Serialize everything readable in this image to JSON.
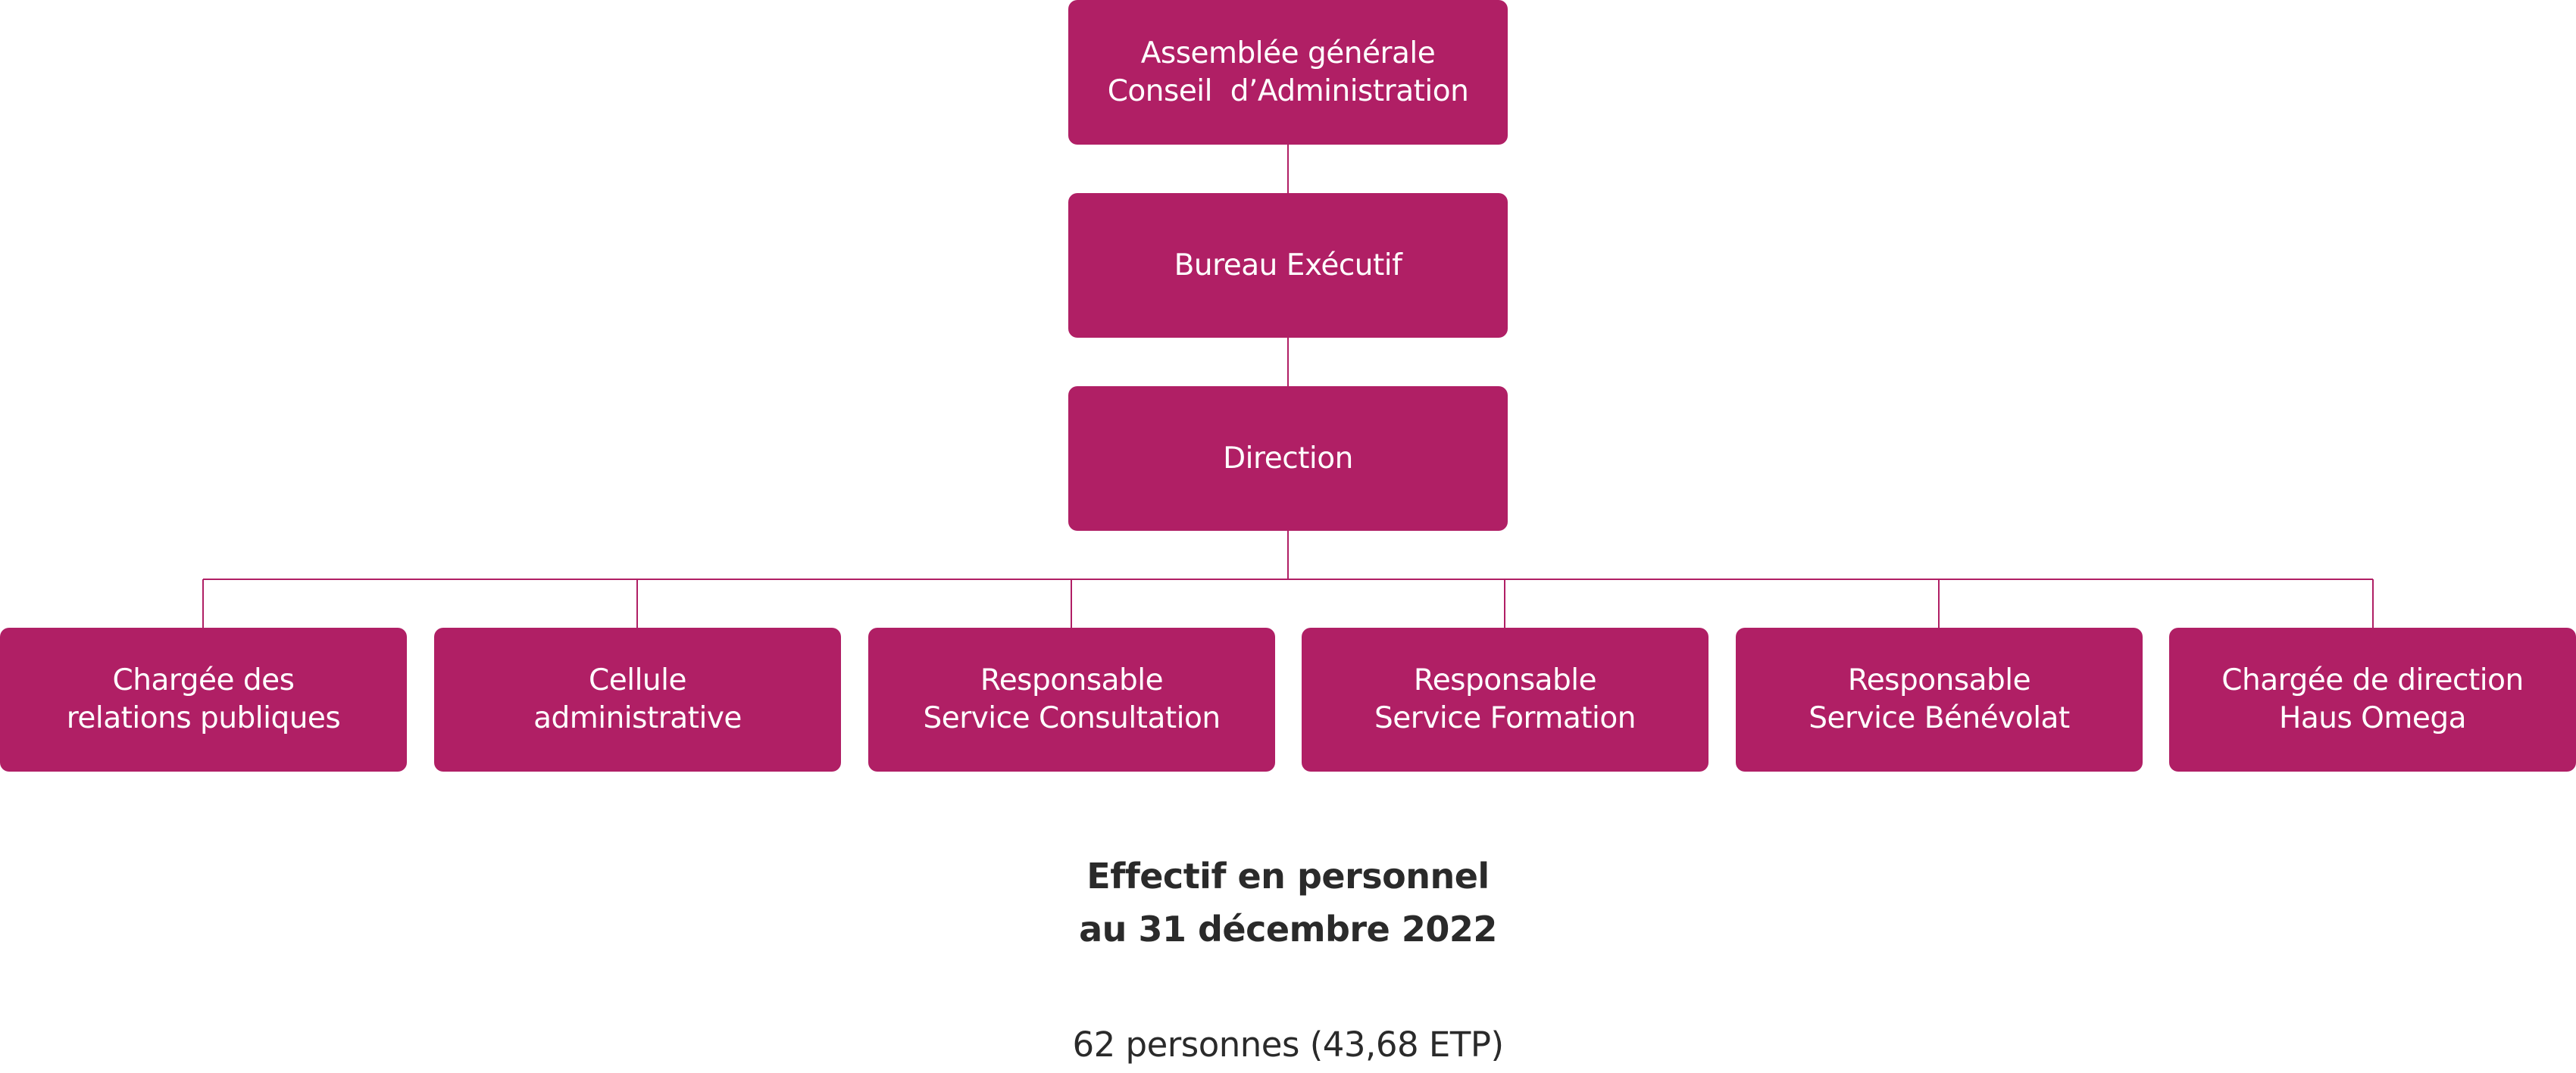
{
  "colors": {
    "box_fill": "#b01f65",
    "box_text": "#ffffff",
    "connector": "#b01f65",
    "body_text": "#2a2a2a"
  },
  "org_chart": {
    "top_level": {
      "line1": "Assemblée générale",
      "line2": "Conseil  d’Administration"
    },
    "bureau": "Bureau Exécutif",
    "direction": "Direction",
    "departments": [
      {
        "line1": "Chargée des",
        "line2": "relations publiques"
      },
      {
        "line1": "Cellule",
        "line2": "administrative"
      },
      {
        "line1": "Responsable",
        "line2": "Service Consultation"
      },
      {
        "line1": "Responsable",
        "line2": "Service Formation"
      },
      {
        "line1": "Responsable",
        "line2": "Service Bénévolat"
      },
      {
        "line1": "Chargée de direction",
        "line2": "Haus Omega"
      }
    ]
  },
  "staff_summary": {
    "title_line1": "Effectif en personnel",
    "title_line2": "au 31 décembre 2022",
    "count": "62 personnes (43,68 ETP)"
  }
}
